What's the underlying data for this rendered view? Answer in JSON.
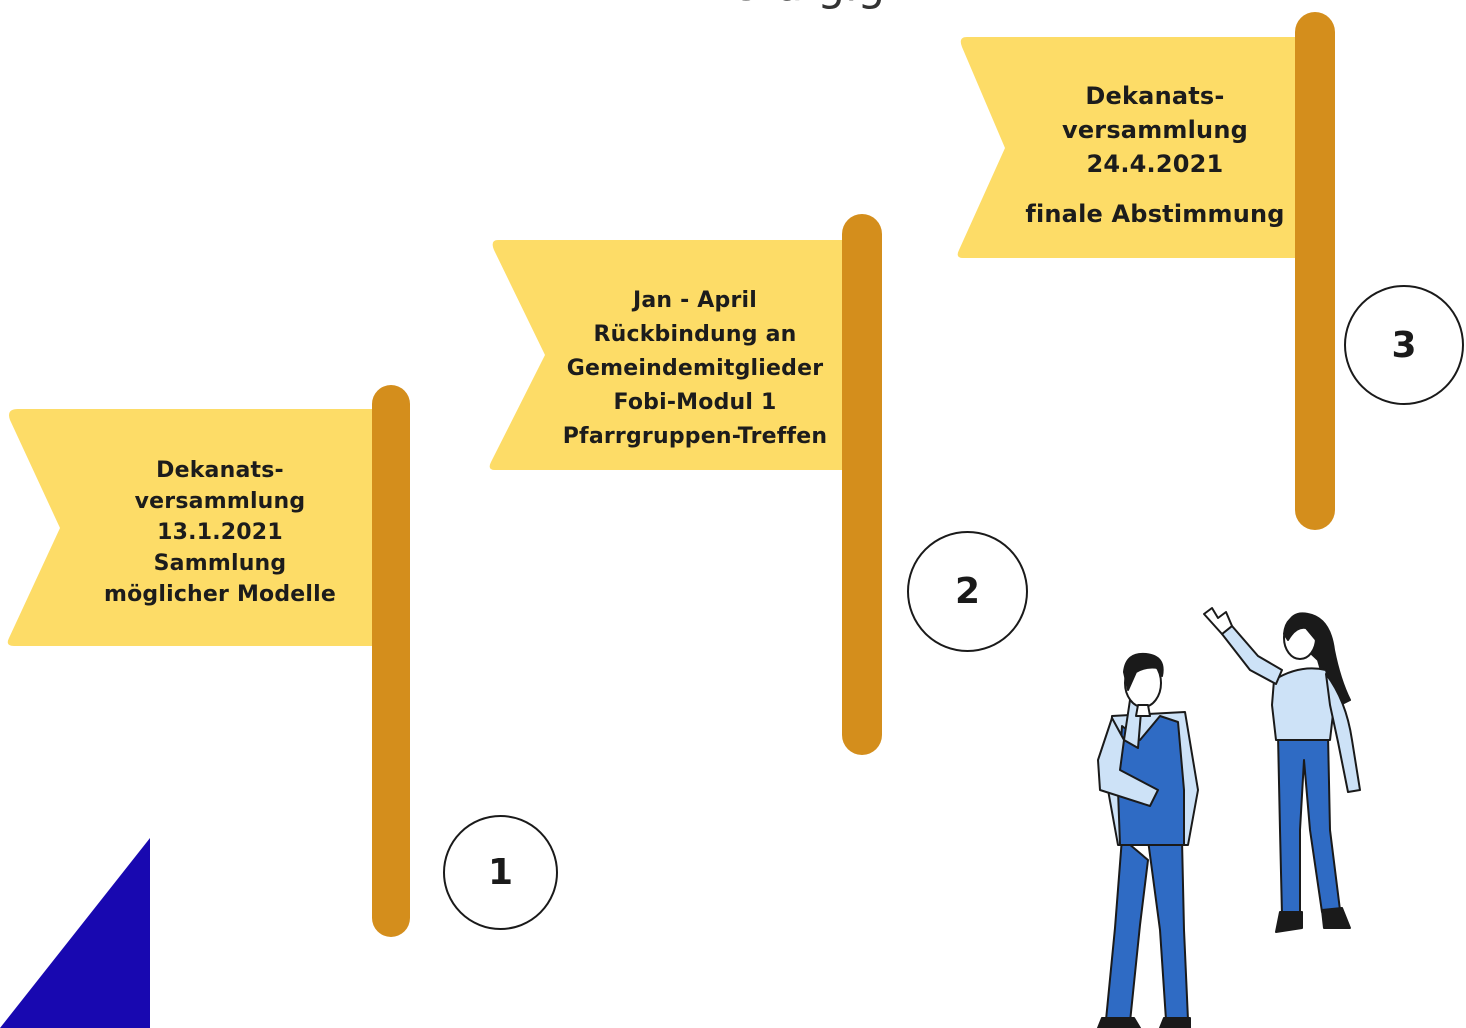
{
  "colors": {
    "flag": "#fddc67",
    "pole": "#d48e1c",
    "corner": "#1808b0",
    "text": "#1c1c1c",
    "person_shirt": "#cde2f7",
    "person_pants": "#2f6bc4",
    "person_vest": "#2f6bc4"
  },
  "top_fragment": "Ü ä gig",
  "milestones": [
    {
      "number": "1",
      "lines": [
        "Dekanats-",
        "versammlung",
        "13.1.2021",
        "Sammlung",
        "möglicher Modelle"
      ]
    },
    {
      "number": "2",
      "lines": [
        "Jan - April",
        "Rückbindung an",
        "Gemeindemitglieder",
        "Fobi-Modul 1",
        "Pfarrgruppen-Treffen"
      ]
    },
    {
      "number": "3",
      "lines": [
        "Dekanats-",
        "versammlung",
        "24.4.2021",
        "",
        "finale Abstimmung"
      ]
    }
  ],
  "illustration": {
    "icon": "two-people-pointing-icon"
  }
}
